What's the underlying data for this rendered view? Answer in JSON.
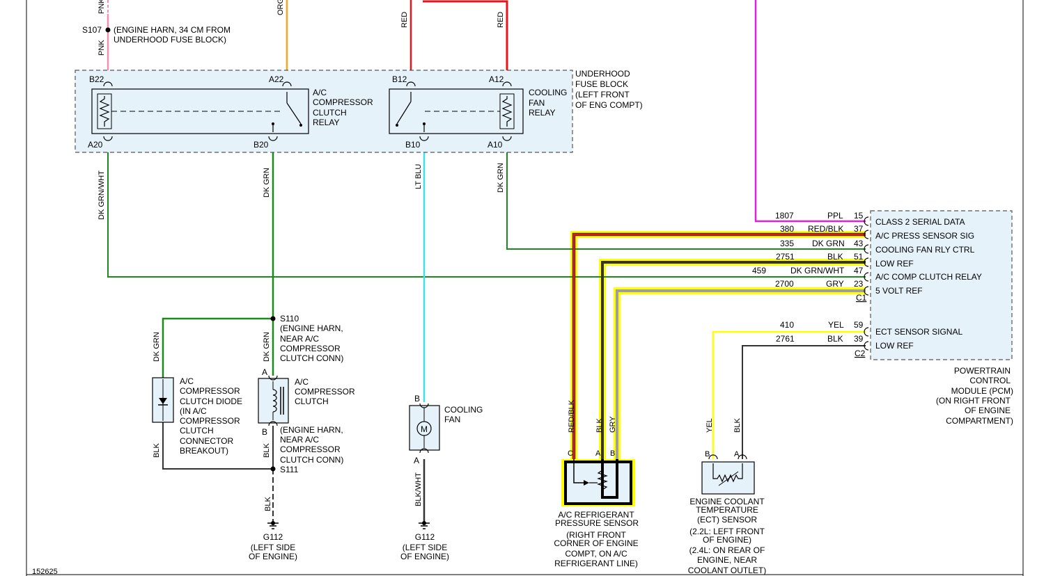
{
  "diagram_id": "152625",
  "fuse_block": {
    "label": [
      "UNDERHOOD",
      "FUSE BLOCK",
      "(LEFT FRONT",
      "OF ENG COMPT)"
    ],
    "compressor_relay": {
      "label": [
        "A/C",
        "COMPRESSOR",
        "CLUTCH",
        "RELAY"
      ],
      "pins": {
        "b22": "B22",
        "a22": "A22",
        "a20": "A20",
        "b20": "B20"
      }
    },
    "fan_relay": {
      "label": [
        "COOLING",
        "FAN",
        "RELAY"
      ],
      "pins": {
        "b12": "B12",
        "a12": "A12",
        "b10": "B10",
        "a10": "A10"
      }
    }
  },
  "splices": {
    "s107": {
      "id": "S107",
      "desc": [
        "(ENGINE HARN, 34 CM FROM",
        "UNDERHOOD FUSE BLOCK)"
      ]
    },
    "s110": {
      "id": "S110",
      "desc": [
        "(ENGINE HARN,",
        "NEAR A/C",
        "COMPRESSOR",
        "CLUTCH CONN)"
      ]
    },
    "s111": {
      "id": "S111"
    }
  },
  "wire_colors": {
    "pnk": "PNK",
    "org": "ORG",
    "red": "RED",
    "dk_grn_wht": "DK GRN/WHT",
    "dk_grn": "DK GRN",
    "lt_blu": "LT BLU",
    "blk": "BLK",
    "blk_wht": "BLK/WHT",
    "red_blk": "RED/BLK",
    "gry": "GRY",
    "yel": "YEL"
  },
  "pcm": {
    "label": [
      "POWERTRAIN",
      "CONTROL",
      "MODULE (PCM)",
      "(ON RIGHT FRONT",
      "OF ENGINE",
      "COMPARTMENT)"
    ],
    "c1": "C1",
    "c2": "C2",
    "rows": [
      {
        "circuit": "1807",
        "color": "PPL",
        "pin": "15",
        "function": "CLASS 2 SERIAL DATA"
      },
      {
        "circuit": "380",
        "color": "RED/BLK",
        "pin": "37",
        "function": "A/C PRESS SENSOR SIG"
      },
      {
        "circuit": "335",
        "color": "DK GRN",
        "pin": "43",
        "function": "COOLING FAN RLY CTRL"
      },
      {
        "circuit": "2751",
        "color": "BLK",
        "pin": "51",
        "function": "LOW REF"
      },
      {
        "circuit": "459",
        "color": "DK GRN/WHT",
        "pin": "47",
        "function": "A/C COMP CLUTCH RELAY"
      },
      {
        "circuit": "2700",
        "color": "GRY",
        "pin": "23",
        "function": "5 VOLT REF"
      },
      {
        "circuit": "410",
        "color": "YEL",
        "pin": "59",
        "function": "ECT SENSOR SIGNAL"
      },
      {
        "circuit": "2761",
        "color": "BLK",
        "pin": "39",
        "function": "LOW REF"
      }
    ]
  },
  "diode": {
    "label": [
      "A/C",
      "COMPRESSOR",
      "CLUTCH DIODE",
      "(IN A/C",
      "COMPRESSOR",
      "CLUTCH",
      "CONNECTOR",
      "BREAKOUT)"
    ]
  },
  "clutch": {
    "label": [
      "A/C",
      "COMPRESSOR",
      "CLUTCH"
    ],
    "loc": [
      "(ENGINE HARN,",
      "NEAR A/C",
      "COMPRESSOR",
      "CLUTCH CONN)"
    ],
    "pin_a": "A",
    "pin_b": "B"
  },
  "cooling_fan": {
    "label": [
      "COOLING",
      "FAN"
    ],
    "pin_a": "A",
    "pin_b": "B",
    "motor": "M"
  },
  "grounds": [
    {
      "id": "G112",
      "loc": [
        "(LEFT SIDE",
        "OF ENGINE)"
      ]
    },
    {
      "id": "G112",
      "loc": [
        "(LEFT SIDE",
        "OF ENGINE)"
      ]
    }
  ],
  "ac_sensor": {
    "label": [
      "A/C REFRIGERANT",
      "PRESSURE SENSOR",
      "",
      "(RIGHT FRONT",
      "CORNER OF ENGINE",
      "COMPT, ON A/C",
      "REFRIGERANT LINE)"
    ],
    "pins": {
      "c": "C",
      "a": "A",
      "b": "B"
    }
  },
  "ect_sensor": {
    "label": [
      "ENGINE COOLANT",
      "TEMPERATURE",
      "(ECT) SENSOR",
      "(2.2L: LEFT FRONT",
      "OF ENGINE)",
      "(2.4L: ON REAR OF",
      "ENGINE, NEAR",
      "COOLANT OUTLET)"
    ],
    "pins": {
      "b": "B",
      "a": "A"
    }
  },
  "colors": {
    "pink": "#f48fb1",
    "orange": "#f5a623",
    "red": "#e8141b",
    "green": "#1a8a1a",
    "light_blue": "#40e0e8",
    "black": "#333333",
    "gray": "#9e9e9e",
    "yellow": "#ffff00",
    "magenta": "#e020e0",
    "panel": "#e6f2fa"
  }
}
